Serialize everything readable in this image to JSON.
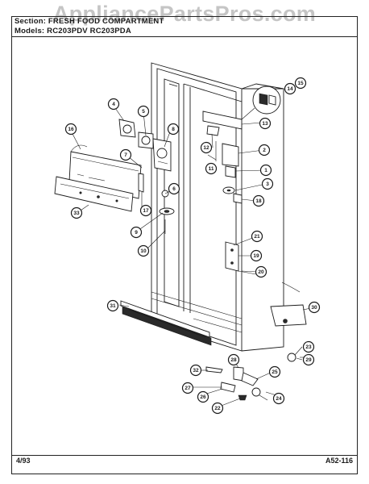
{
  "watermark": "AppliancePartsPros.com",
  "header": {
    "section_line": "Section: FRESH FOOD COMPARTMENT",
    "models_line": "Models: RC203PDV   RC203PDA"
  },
  "footer": {
    "date": "4/93",
    "code": "A52-116"
  },
  "callouts": [
    "1",
    "2",
    "3",
    "4",
    "5",
    "6",
    "7",
    "8",
    "9",
    "10",
    "11",
    "12",
    "13",
    "14",
    "15",
    "16",
    "17",
    "18",
    "19",
    "20",
    "21",
    "22",
    "23",
    "24",
    "25",
    "26",
    "27",
    "28",
    "29",
    "30",
    "31",
    "32",
    "33"
  ]
}
